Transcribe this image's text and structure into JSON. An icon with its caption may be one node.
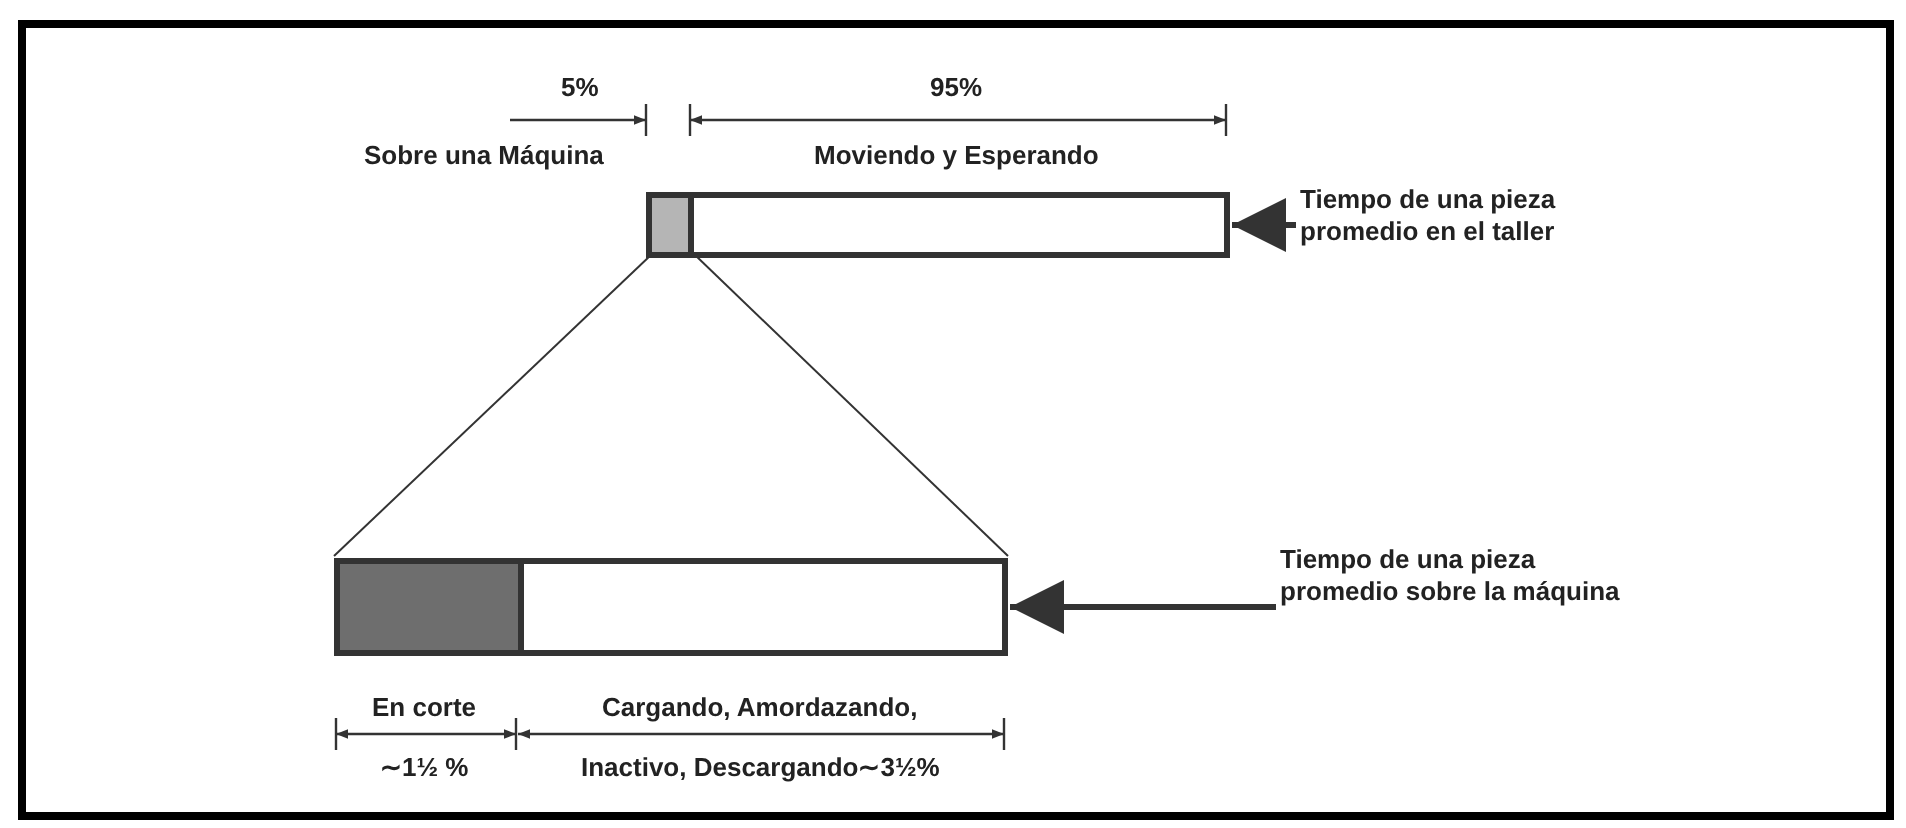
{
  "diagram": {
    "nodes": [
      {
        "text": [],
        "shape": "bar"
      },
      {
        "text": [],
        "shape": "bar",
        "in": 0
      },
      {
        "text": [
          "Tiempo de una pieza promedio en el taller"
        ]
      },
      {
        "text": [],
        "shape": "bar"
      },
      {
        "text": [],
        "shape": "bar",
        "in": 3
      },
      {
        "text": [
          "Tiempo de una pieza promedio sobre la máquina"
        ]
      }
    ],
    "edges": [
      {
        "from": 2,
        "to": 0,
        "arrow": "to",
        "style": "thick"
      },
      {
        "from": 1,
        "to": 3,
        "arrow": "none"
      },
      {
        "from": 1,
        "to": 3,
        "arrow": "none"
      },
      {
        "from": 5,
        "to": 3,
        "arrow": "to",
        "style": "thick"
      }
    ],
    "labels": [
      "5%",
      "95%",
      "Sobre una Máquina",
      "Moviendo y Esperando",
      "En corte",
      "Cargando, Amordazando,",
      "∼1½ %",
      "Inactivo, Descargando∼3½%"
    ]
  }
}
